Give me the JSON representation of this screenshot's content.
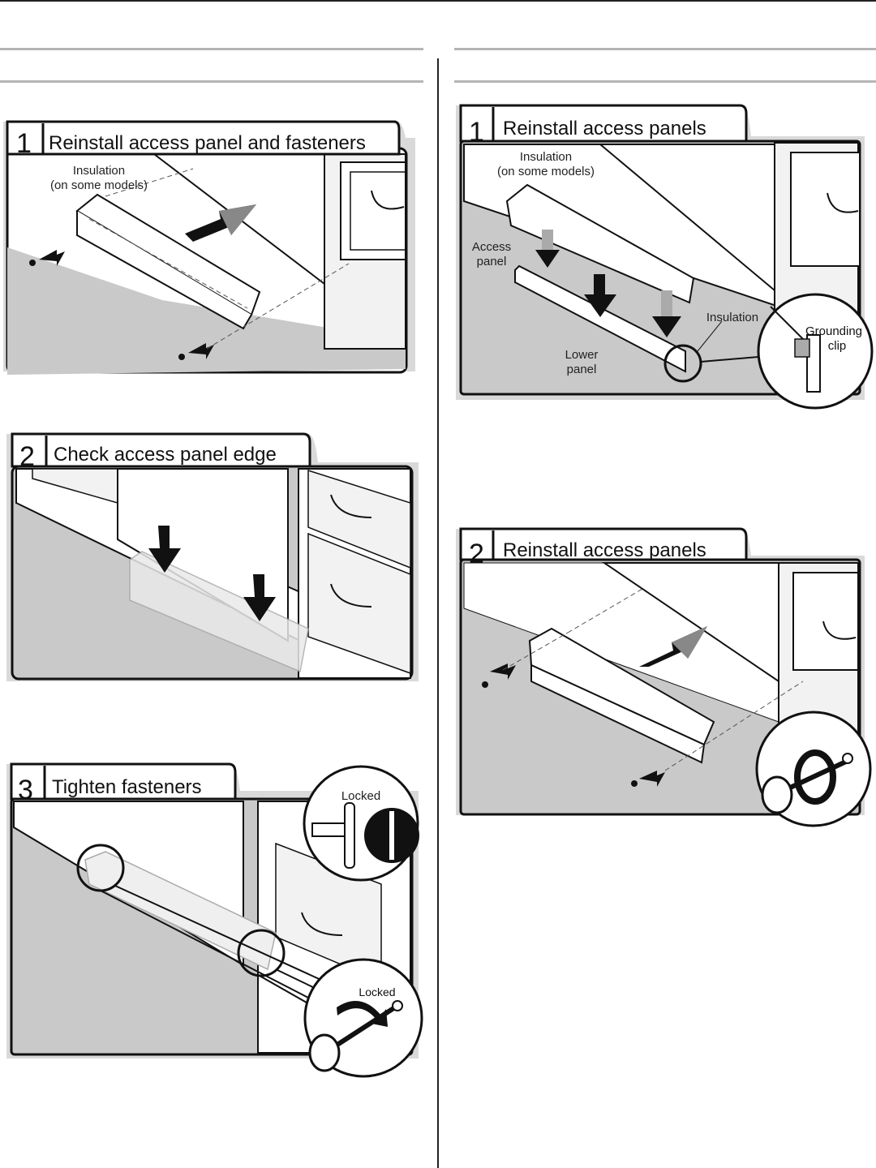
{
  "left_column": {
    "steps": [
      {
        "number": "1",
        "title": "Reinstall access panel and fasteners",
        "labels": {
          "insulation": "Insulation",
          "insulation_note": "(on some models)"
        }
      },
      {
        "number": "2",
        "title": "Check access panel edge"
      },
      {
        "number": "3",
        "title": "Tighten fasteners",
        "labels": {
          "locked_top": "Locked",
          "locked_bottom": "Locked"
        }
      }
    ]
  },
  "right_column": {
    "steps": [
      {
        "number": "1",
        "title": "Reinstall access panels",
        "labels": {
          "insulation": "Insulation",
          "insulation_note": "(on some models)",
          "access": "Access",
          "panel": "panel",
          "insulation_right": "Insulation",
          "lower": "Lower",
          "lower_panel": "panel",
          "grounding": "Grounding",
          "clip": "clip"
        }
      },
      {
        "number": "2",
        "title": "Reinstall access panels"
      }
    ]
  }
}
